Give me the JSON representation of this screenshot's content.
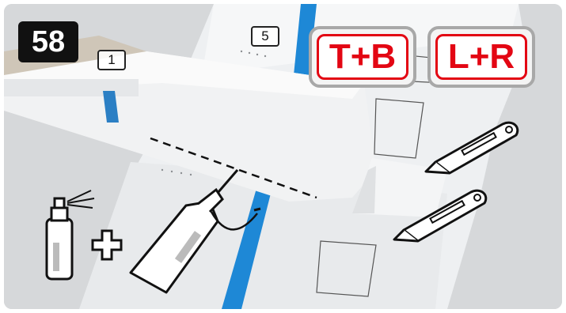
{
  "step": {
    "number": "58"
  },
  "part_labels": [
    {
      "text": "1"
    },
    {
      "text": "5"
    }
  ],
  "tags": [
    {
      "text": "T+B"
    },
    {
      "text": "L+R"
    }
  ],
  "icons": [
    "spray-can-icon",
    "plus-icon",
    "glue-bottle-icon",
    "cutter-knife-icon",
    "cutter-knife-icon"
  ],
  "colors": {
    "accent": "#e30613",
    "tape_blue": "#1e88d6",
    "badge": "#111111"
  }
}
